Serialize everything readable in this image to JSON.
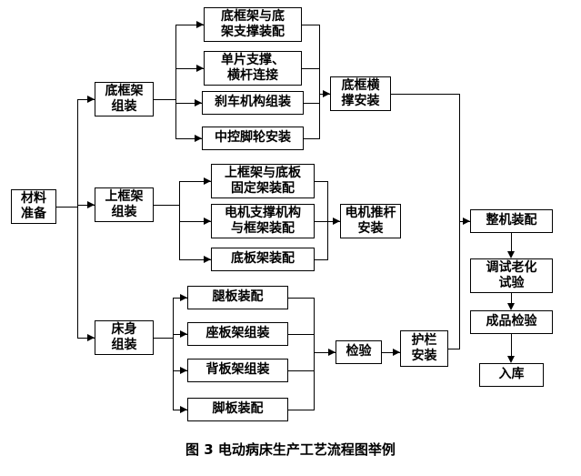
{
  "diagram": {
    "caption": "图 3 电动病床生产工艺流程图举例",
    "colors": {
      "line": "#000000",
      "background": "#ffffff",
      "text": "#000000"
    },
    "nodes": {
      "material_prep": "材料\n准备",
      "bottom_frame_asm": "底框架\n组装",
      "bottom_frame_support_asm": "底框架与底\n架支撑装配",
      "single_support_crossbar": "单片支撑、\n横杆连接",
      "brake_asm": "刹车机构组装",
      "caster_install": "中控脚轮安装",
      "bottom_cross_brace": "底框横\n撑安装",
      "upper_frame_asm": "上框架\n组装",
      "upper_frame_plate_asm": "上框架与底板\n固定架装配",
      "motor_support_asm": "电机支撑机构\n与框架装配",
      "bottom_plate_asm": "底板架装配",
      "motor_rod_install": "电机推杆\n安装",
      "bed_body_asm": "床身\n组装",
      "leg_plate_asm": "腿板装配",
      "seat_plate_asm": "座板架组装",
      "back_plate_asm": "背板架组装",
      "foot_plate_asm": "脚板装配",
      "inspection": "检验",
      "guardrail_install": "护栏\n安装",
      "whole_machine_asm": "整机装配",
      "debug_aging_test": "调试老化\n试验",
      "finished_inspection": "成品检验",
      "warehouse_in": "入库"
    }
  }
}
